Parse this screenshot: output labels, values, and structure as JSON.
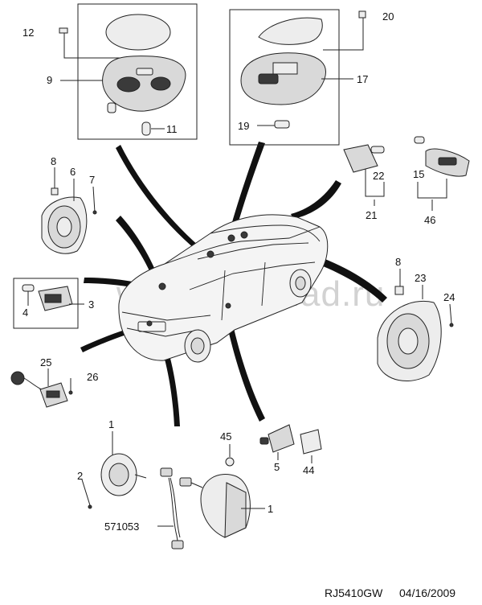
{
  "watermark": "www.gmsklad.ru",
  "footer": {
    "code": "RJ5410GW",
    "date": "04/16/2009"
  },
  "callouts": {
    "c1a": "1",
    "c1b": "1",
    "c2": "2",
    "c3": "3",
    "c4": "4",
    "c5": "5",
    "c6": "6",
    "c7": "7",
    "c8a": "8",
    "c8b": "8",
    "c9": "9",
    "c11": "11",
    "c12": "12",
    "c15": "15",
    "c17": "17",
    "c19": "19",
    "c20": "20",
    "c21": "21",
    "c22": "22",
    "c23": "23",
    "c24": "24",
    "c25": "25",
    "c26": "26",
    "c44": "44",
    "c45": "45",
    "c46": "46",
    "c571053": "571053"
  }
}
